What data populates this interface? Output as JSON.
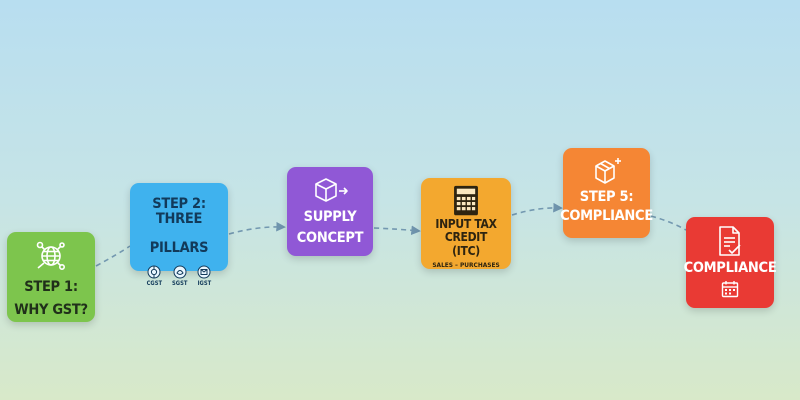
{
  "steps": [
    {
      "lines": [
        "Step 1:",
        "Why GST?"
      ],
      "icon": "globe-gears-icon",
      "color": "#7dc54d"
    },
    {
      "lines": [
        "Step 2: Three",
        "Pillars"
      ],
      "icon": "pillar-icons",
      "color": "#3fb2ee",
      "pillars": [
        "CGST",
        "SGST",
        "IGST"
      ]
    },
    {
      "lines": [
        "Supply",
        "Concept"
      ],
      "icon": "box-arrow-icon",
      "color": "#9058d6"
    },
    {
      "lines": [
        "Input Tax Credit",
        "(ITC)"
      ],
      "sub": "Sales – Purchases",
      "icon": "calculator-icon",
      "color": "#f3a82f"
    },
    {
      "lines": [
        "Step 5:",
        "Compliance"
      ],
      "icon": "package-sparkle-icon",
      "color": "#f58634"
    },
    {
      "lines": [
        "Compliance"
      ],
      "icon": "document-check-icon",
      "icon2": "calendar-icon",
      "color": "#e93a34"
    }
  ]
}
